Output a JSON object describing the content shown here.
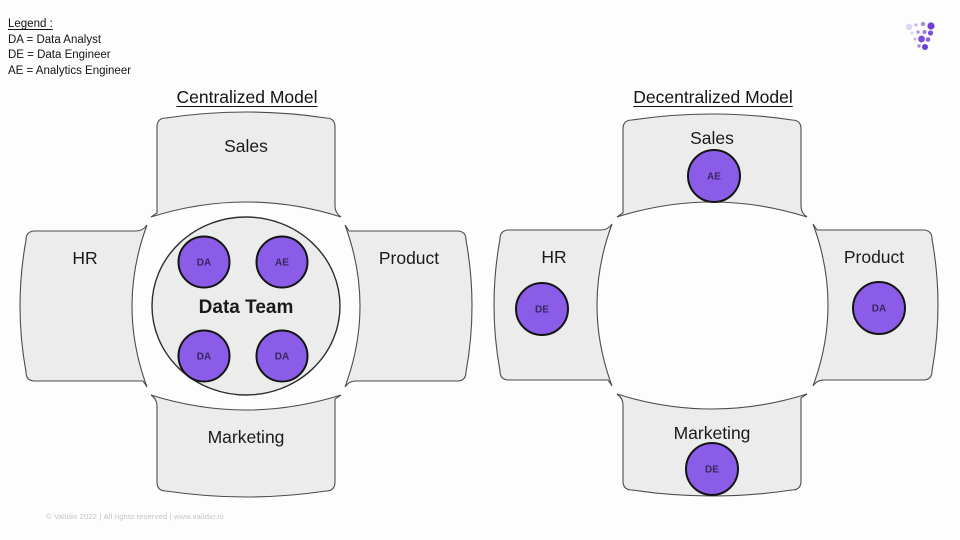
{
  "legend": {
    "title": "Legend :",
    "items": [
      "DA = Data Analyst",
      "DE = Data Engineer",
      "AE = Analytics Engineer"
    ]
  },
  "models": [
    {
      "id": "centralized",
      "title": "Centralized Model",
      "departments": [
        {
          "name": "Sales",
          "position": "top",
          "members": []
        },
        {
          "name": "HR",
          "position": "left",
          "members": []
        },
        {
          "name": "Product",
          "position": "right",
          "members": []
        },
        {
          "name": "Marketing",
          "position": "bottom",
          "members": []
        }
      ],
      "center_team": {
        "label": "Data Team",
        "members": [
          "DA",
          "AE",
          "DA",
          "DA"
        ]
      }
    },
    {
      "id": "decentralized",
      "title": "Decentralized Model",
      "departments": [
        {
          "name": "Sales",
          "position": "top",
          "members": [
            "AE"
          ]
        },
        {
          "name": "HR",
          "position": "left",
          "members": [
            "DE"
          ]
        },
        {
          "name": "Product",
          "position": "right",
          "members": [
            "DA"
          ]
        },
        {
          "name": "Marketing",
          "position": "bottom",
          "members": [
            "DE"
          ]
        }
      ],
      "center_team": null
    }
  ],
  "footer": {
    "text": "© Validio 2022 | All rights reserved | www.validio.io"
  },
  "colors": {
    "background": "#fdfdfd",
    "department_fill": "#ececec",
    "department_stroke": "#4c4c4c",
    "member_circle_fill": "#8a5ce8",
    "member_circle_stroke": "#141414",
    "member_label": "#38265e",
    "text": "#141414",
    "footer_text": "#c3c3c3",
    "logo_purple": "#6e3fd1"
  }
}
